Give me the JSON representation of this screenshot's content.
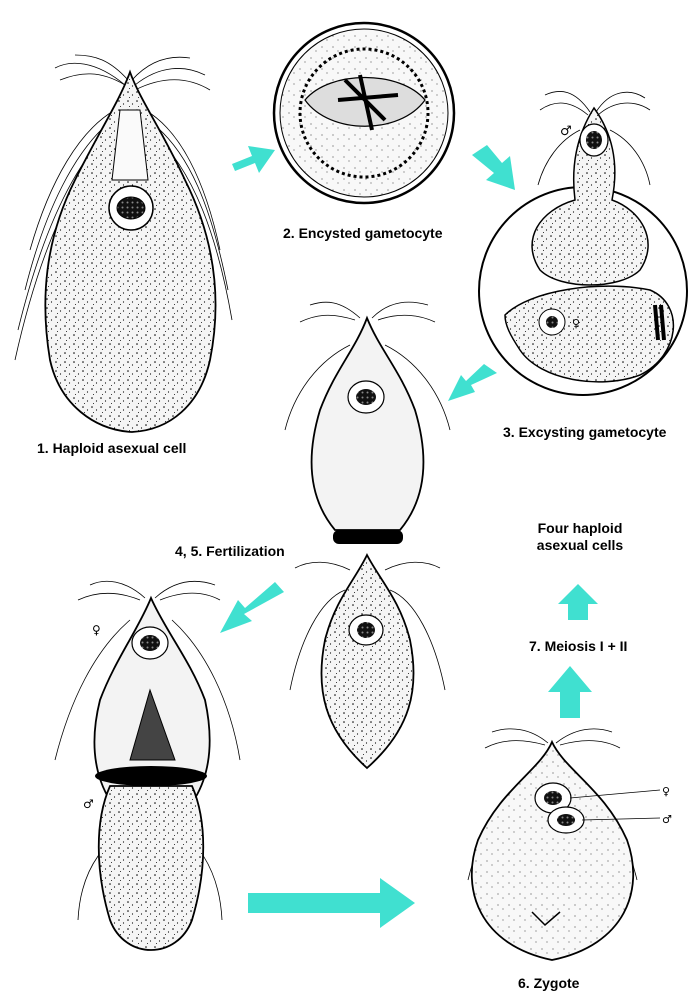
{
  "colors": {
    "arrow": "#40e0d0",
    "ink": "#000000",
    "cell_fill": "#f4f4f4"
  },
  "labels": {
    "stage1": "1. Haploid asexual cell",
    "stage2": "2. Encysted gametocyte",
    "stage3": "3. Excysting gametocyte",
    "stage45": "4, 5. Fertilization",
    "stage6": "6. Zygote",
    "stage7": "7. Meiosis I + II",
    "result_line1": "Four haploid",
    "result_line2": "asexual cells"
  },
  "symbols": {
    "male": "♂",
    "female": "♀"
  }
}
